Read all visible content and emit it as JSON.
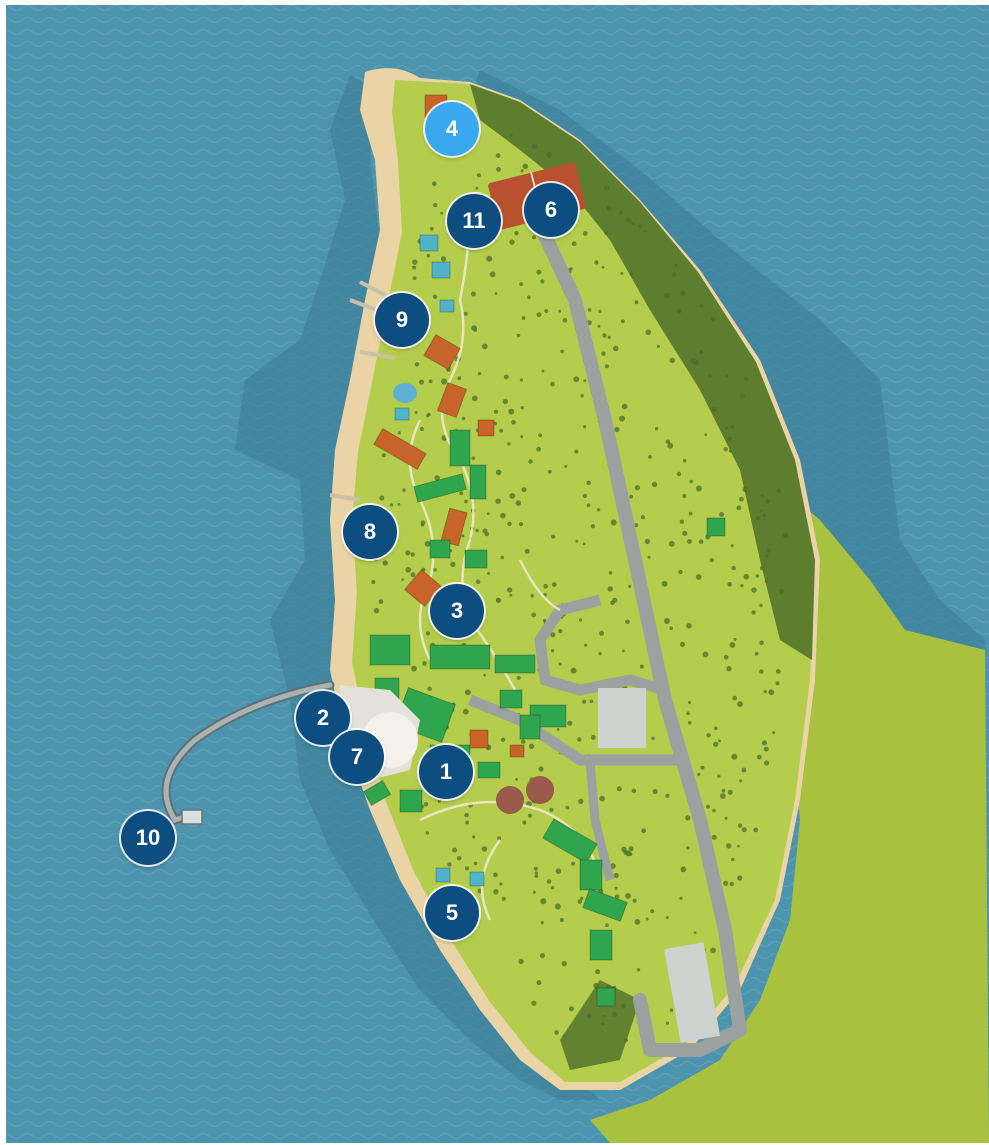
{
  "colors": {
    "sea": "#4c93ad",
    "sea_dark": "#3f7f98",
    "reef": "#3a7b93",
    "land": "#a8c13f",
    "land_light": "#b4cd4c",
    "sand": "#ead3a4",
    "forest": "#4d6e2a",
    "road": "#9aa19e",
    "roof_green": "#2fa64d",
    "roof_orange": "#c8642a",
    "roof_blue": "#4fb3c9",
    "tennis": "#b9502f",
    "marker_default": "#0e4d80",
    "marker_highlight": "#3aa8ef"
  },
  "markers": [
    {
      "label": "1",
      "highlighted": false
    },
    {
      "label": "2",
      "highlighted": false
    },
    {
      "label": "3",
      "highlighted": false
    },
    {
      "label": "4",
      "highlighted": true
    },
    {
      "label": "5",
      "highlighted": false
    },
    {
      "label": "6",
      "highlighted": false
    },
    {
      "label": "7",
      "highlighted": false
    },
    {
      "label": "8",
      "highlighted": false
    },
    {
      "label": "9",
      "highlighted": false
    },
    {
      "label": "10",
      "highlighted": false
    },
    {
      "label": "11",
      "highlighted": false
    }
  ]
}
